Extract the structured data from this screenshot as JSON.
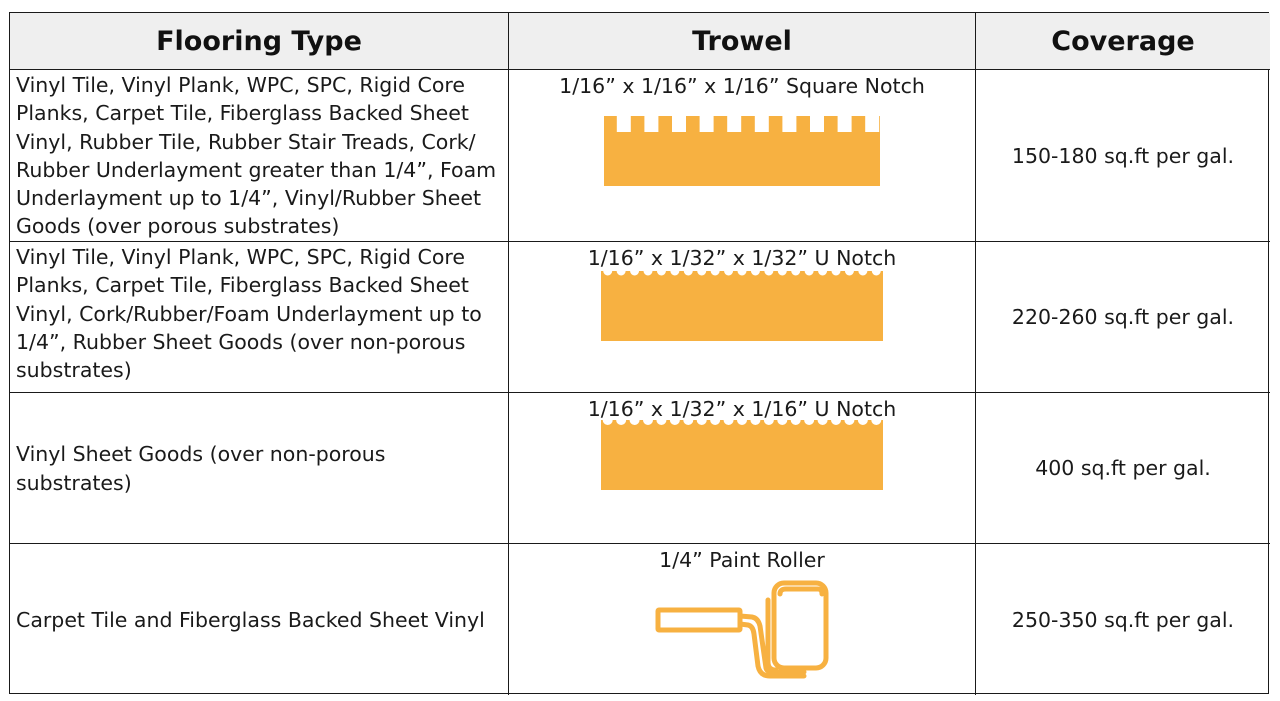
{
  "colors": {
    "accent": "#f7b141",
    "border": "#1a1a1a",
    "header_bg": "#efefef"
  },
  "headers": {
    "flooring": "Flooring Type",
    "trowel": "Trowel",
    "coverage": "Coverage"
  },
  "rows": [
    {
      "flooring": "Vinyl Tile, Vinyl Plank, WPC, SPC, Rigid Core Planks, Carpet Tile, Fiberglass Backed Sheet Vinyl, Rubber Tile, Rubber Stair Treads, Cork/ Rubber Underlayment greater than 1/4”, Foam Underlayment up to 1/4”, Vinyl/Rubber Sheet Goods (over porous substrates)",
      "trowel": "1/16” x 1/16” x 1/16” Square Notch",
      "trowel_icon": "square-notch-trowel-icon",
      "coverage": "150-180 sq.ft per gal."
    },
    {
      "flooring": "Vinyl Tile, Vinyl Plank, WPC, SPC, Rigid Core Planks, Carpet Tile, Fiberglass Backed Sheet Vinyl, Cork/Rubber/Foam Underlayment up to 1/4”, Rubber Sheet Goods (over non-porous substrates)",
      "trowel": "1/16” x 1/32” x 1/32” U Notch",
      "trowel_icon": "u-notch-trowel-icon",
      "coverage": "220-260 sq.ft per gal."
    },
    {
      "flooring": "Vinyl Sheet Goods (over non-porous substrates)",
      "trowel": "1/16” x 1/32” x 1/16” U Notch",
      "trowel_icon": "u-notch-trowel-icon",
      "coverage": "400 sq.ft per gal."
    },
    {
      "flooring": "Carpet Tile and Fiberglass Backed Sheet Vinyl",
      "trowel": "1/4” Paint Roller",
      "trowel_icon": "paint-roller-icon",
      "coverage": "250-350 sq.ft per gal."
    }
  ]
}
